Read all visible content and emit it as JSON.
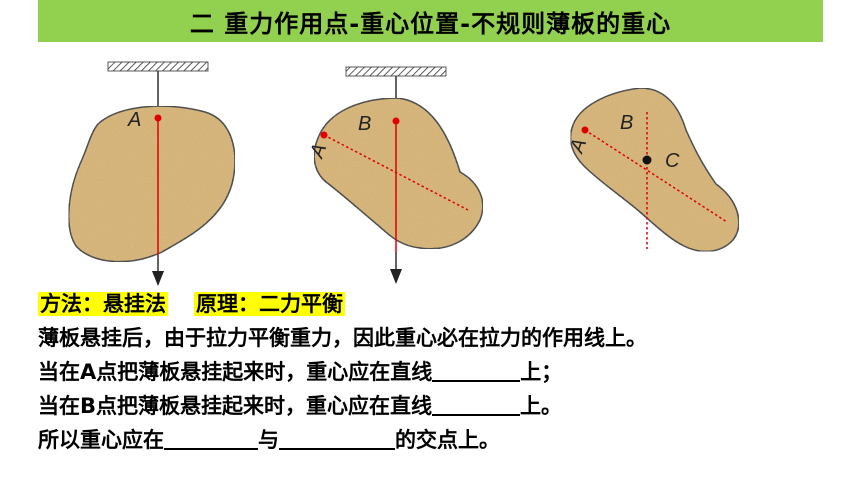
{
  "title": "二  重力作用点-重心位置-不规则薄板的重心",
  "figures": {
    "fig1": {
      "label_a": "A"
    },
    "fig2": {
      "label_a": "A",
      "label_b": "B"
    },
    "fig3": {
      "label_a": "A",
      "label_b": "B",
      "label_c": "C"
    }
  },
  "method": {
    "method_text": "方法：悬挂法",
    "principle_text": "原理：二力平衡"
  },
  "lines": {
    "l1": "薄板悬挂后，由于拉力平衡重力，因此重心必在拉力的作用线上。",
    "l2_pre": "当在A点把薄板悬挂起来时，重心应在直线",
    "l2_post": "上；",
    "l3_pre": "当在B点把薄板悬挂起来时，重心应在直线",
    "l3_post": "上。",
    "l4_pre": "所以重心应在",
    "l4_mid": "与",
    "l4_post": "的交点上。"
  },
  "colors": {
    "title_bg": "#92d050",
    "highlight": "#ffff00",
    "plate_fill": "#d8b46e",
    "plate_stroke": "#2a2a2a",
    "red_line": "#e00000"
  }
}
